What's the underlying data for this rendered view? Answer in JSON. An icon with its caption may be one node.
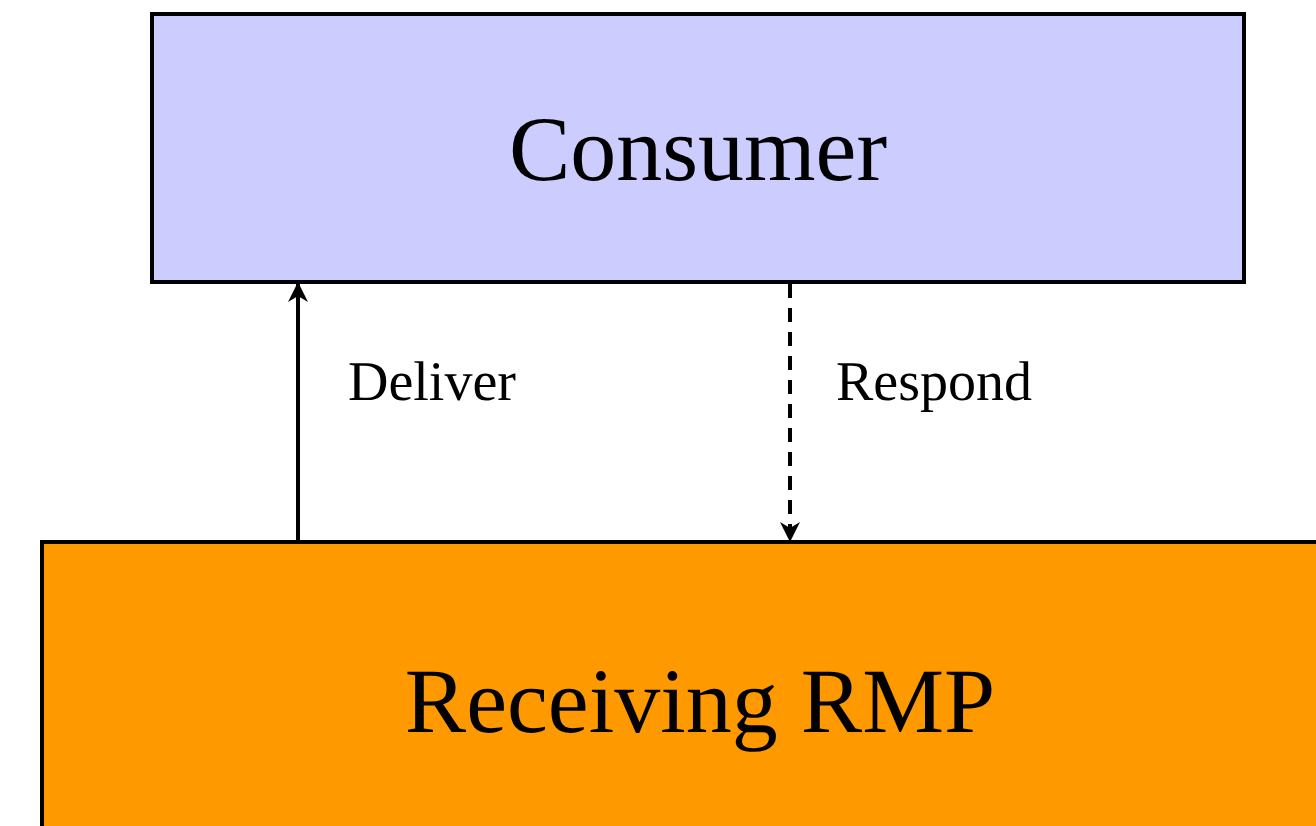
{
  "diagram": {
    "nodes": [
      {
        "text": [
          "Consumer"
        ]
      },
      {
        "text": [
          "Receiving RMP"
        ]
      }
    ],
    "edges": [
      {
        "from": 1,
        "to": 0,
        "arrow": "to",
        "label": "Deliver"
      },
      {
        "from": 0,
        "to": 1,
        "arrow": "to",
        "label": "Respond",
        "style": "dashed"
      }
    ]
  }
}
